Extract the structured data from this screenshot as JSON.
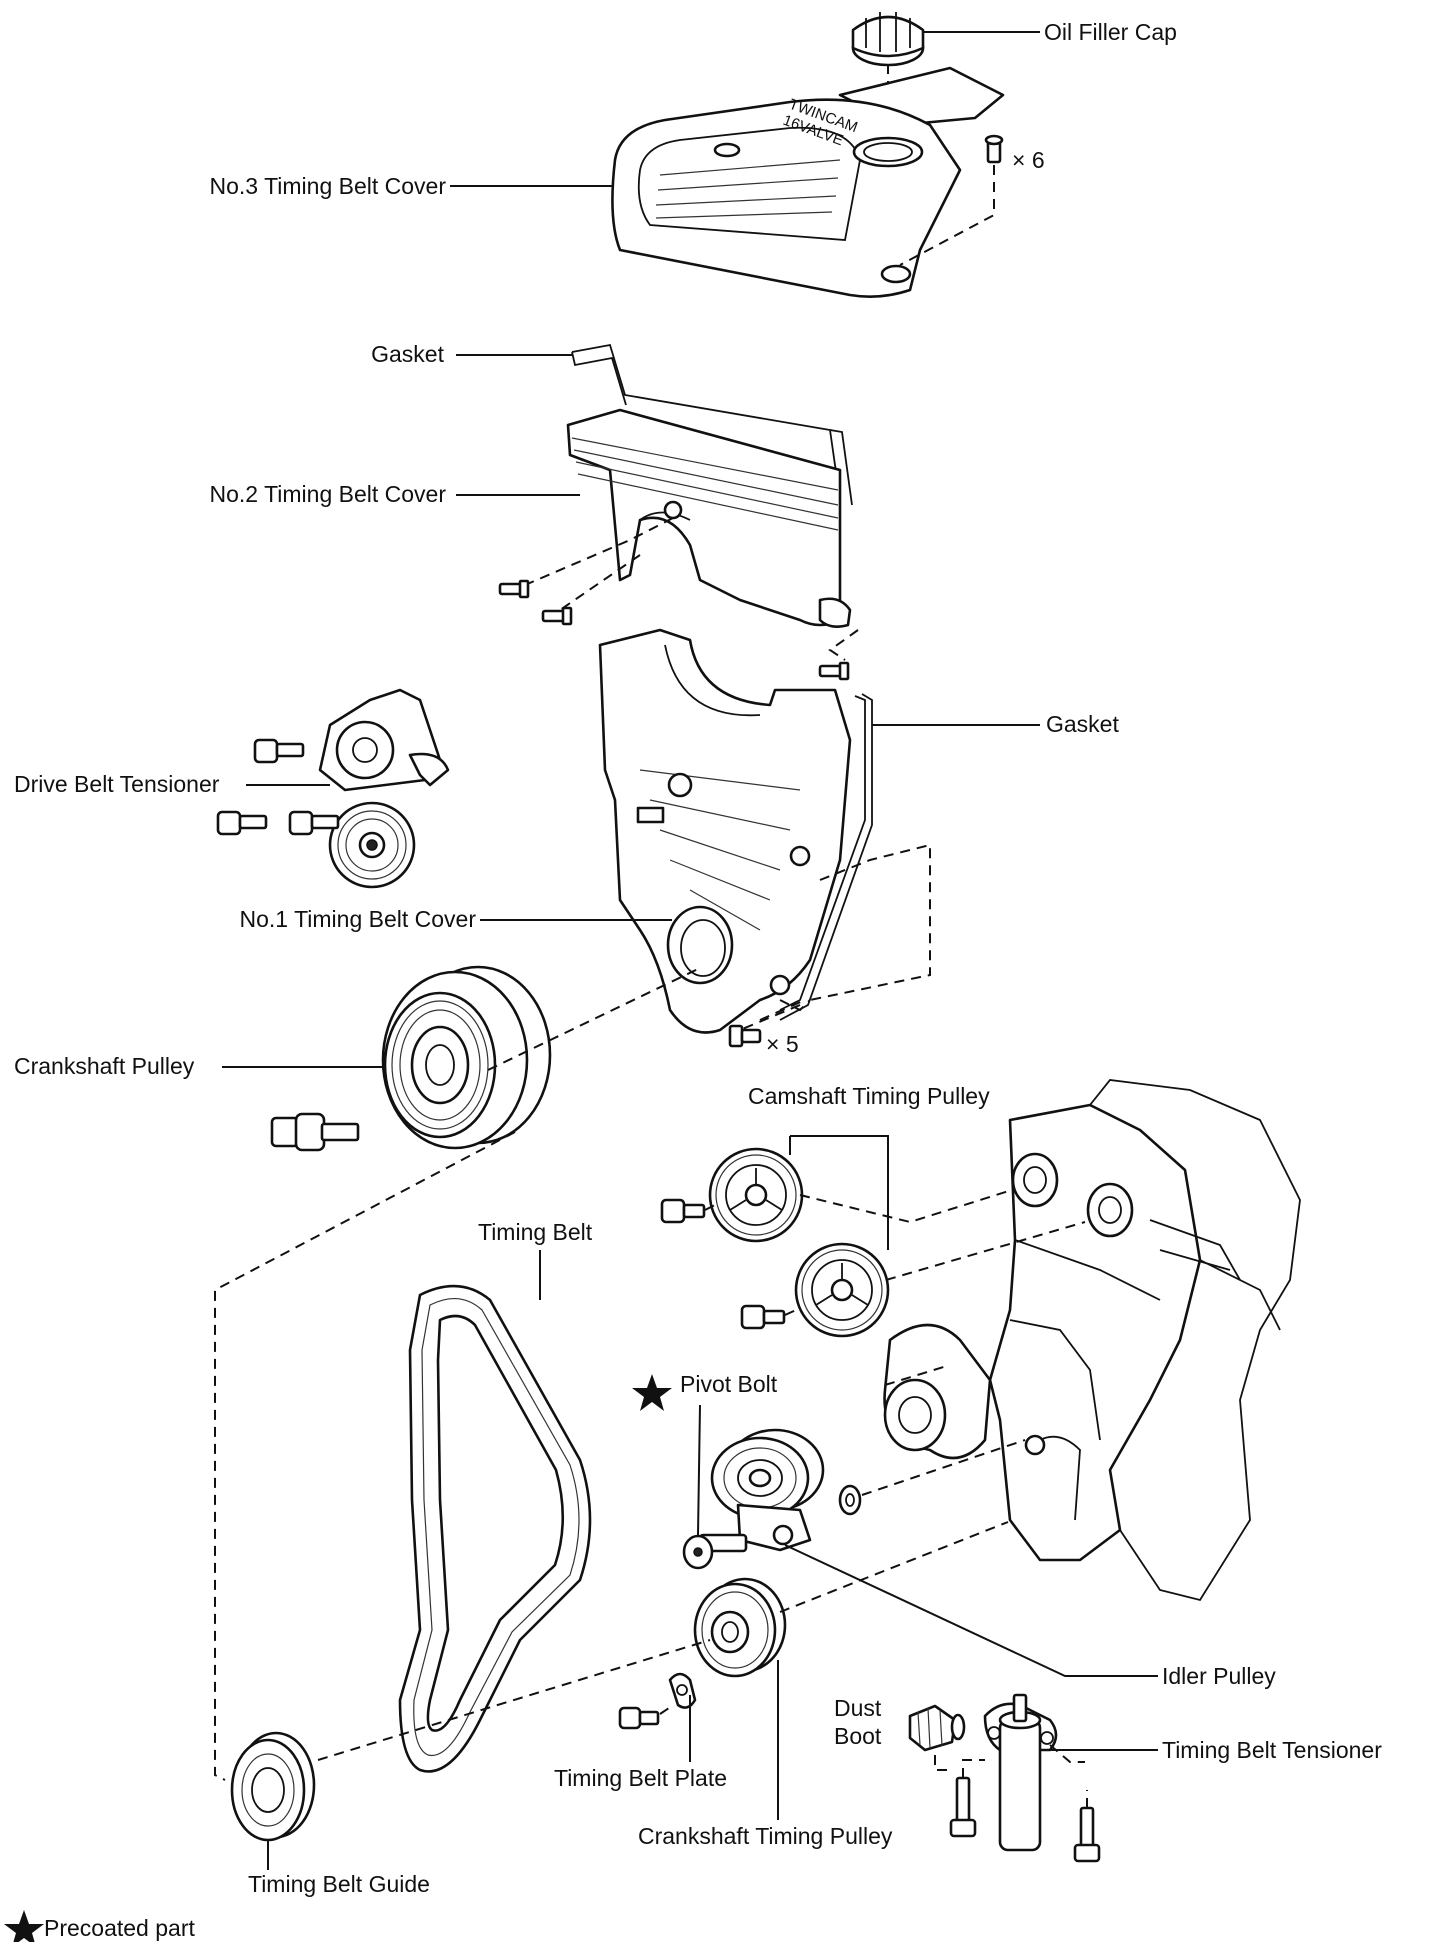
{
  "labels": {
    "oil_filler_cap": "Oil Filler Cap",
    "count_6": "× 6",
    "no3_cover": "No.3 Timing Belt Cover",
    "gasket_top": "Gasket",
    "no2_cover": "No.2 Timing Belt Cover",
    "gasket_right": "Gasket",
    "drive_belt_tensioner": "Drive Belt Tensioner",
    "no1_cover": "No.1 Timing Belt Cover",
    "count_5": "× 5",
    "crankshaft_pulley": "Crankshaft Pulley",
    "camshaft_timing_pulley": "Camshaft Timing Pulley",
    "timing_belt": "Timing Belt",
    "pivot_bolt": "Pivot Bolt",
    "idler_pulley": "Idler Pulley",
    "dust_boot_1": "Dust",
    "dust_boot_2": "Boot",
    "timing_belt_tensioner": "Timing Belt Tensioner",
    "timing_belt_plate": "Timing Belt Plate",
    "crankshaft_timing_pulley": "Crankshaft Timing Pulley",
    "timing_belt_guide": "Timing Belt Guide",
    "legend": "Precoated part"
  },
  "cover_text": [
    "TWINCAM",
    "16VALVE"
  ],
  "icons": {
    "star": "star-icon"
  }
}
